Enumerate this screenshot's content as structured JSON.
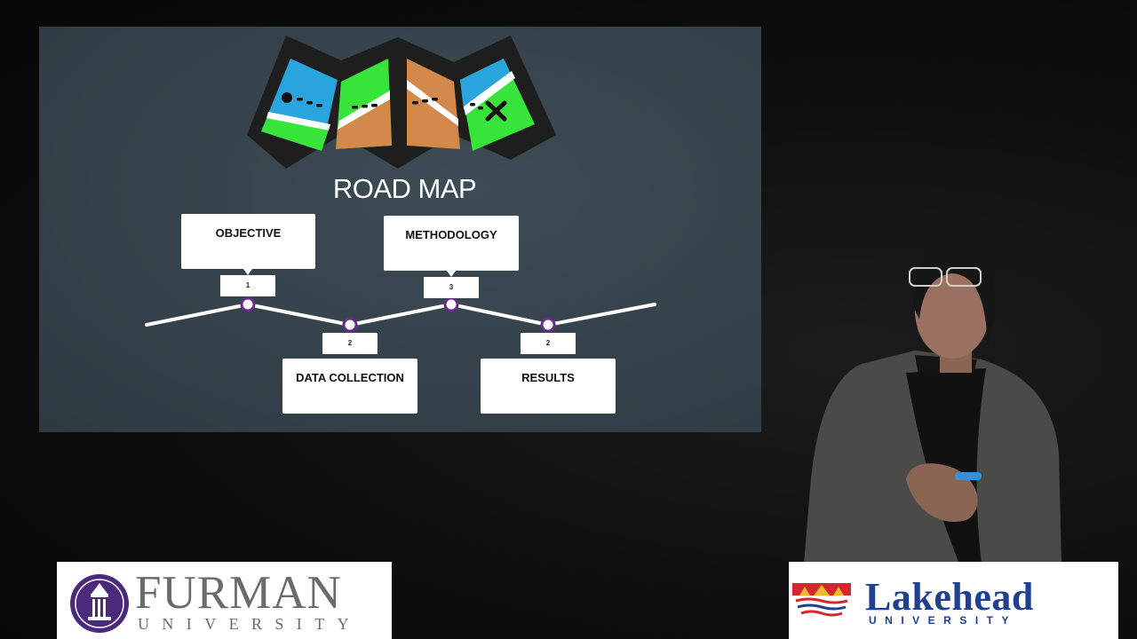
{
  "slide": {
    "title": "ROAD MAP",
    "stages": [
      {
        "label": "OBJECTIVE",
        "number": "1"
      },
      {
        "label": "DATA COLLECTION",
        "number": "2"
      },
      {
        "label": "METHODOLOGY",
        "number": "3"
      },
      {
        "label": "RESULTS",
        "number": "2"
      }
    ],
    "colors": {
      "background": "#34414a",
      "route_line": "#ffffff",
      "node_ring": "#6a2a8a",
      "map_blue": "#2aa4dc",
      "map_green": "#39e43a",
      "map_brown": "#d2894a",
      "map_frame": "#1e1e1e"
    },
    "icon": "folded-treasure-map-icon"
  },
  "logos": {
    "furman": {
      "name": "FURMAN",
      "sub": "UNIVERSITY",
      "color": "#6b6b6b",
      "seal_color": "#4b2a7b"
    },
    "lakehead": {
      "name": "Lakehead",
      "sub": "UNIVERSITY",
      "color": "#1f3f8f",
      "crest_red": "#d7262e"
    }
  }
}
